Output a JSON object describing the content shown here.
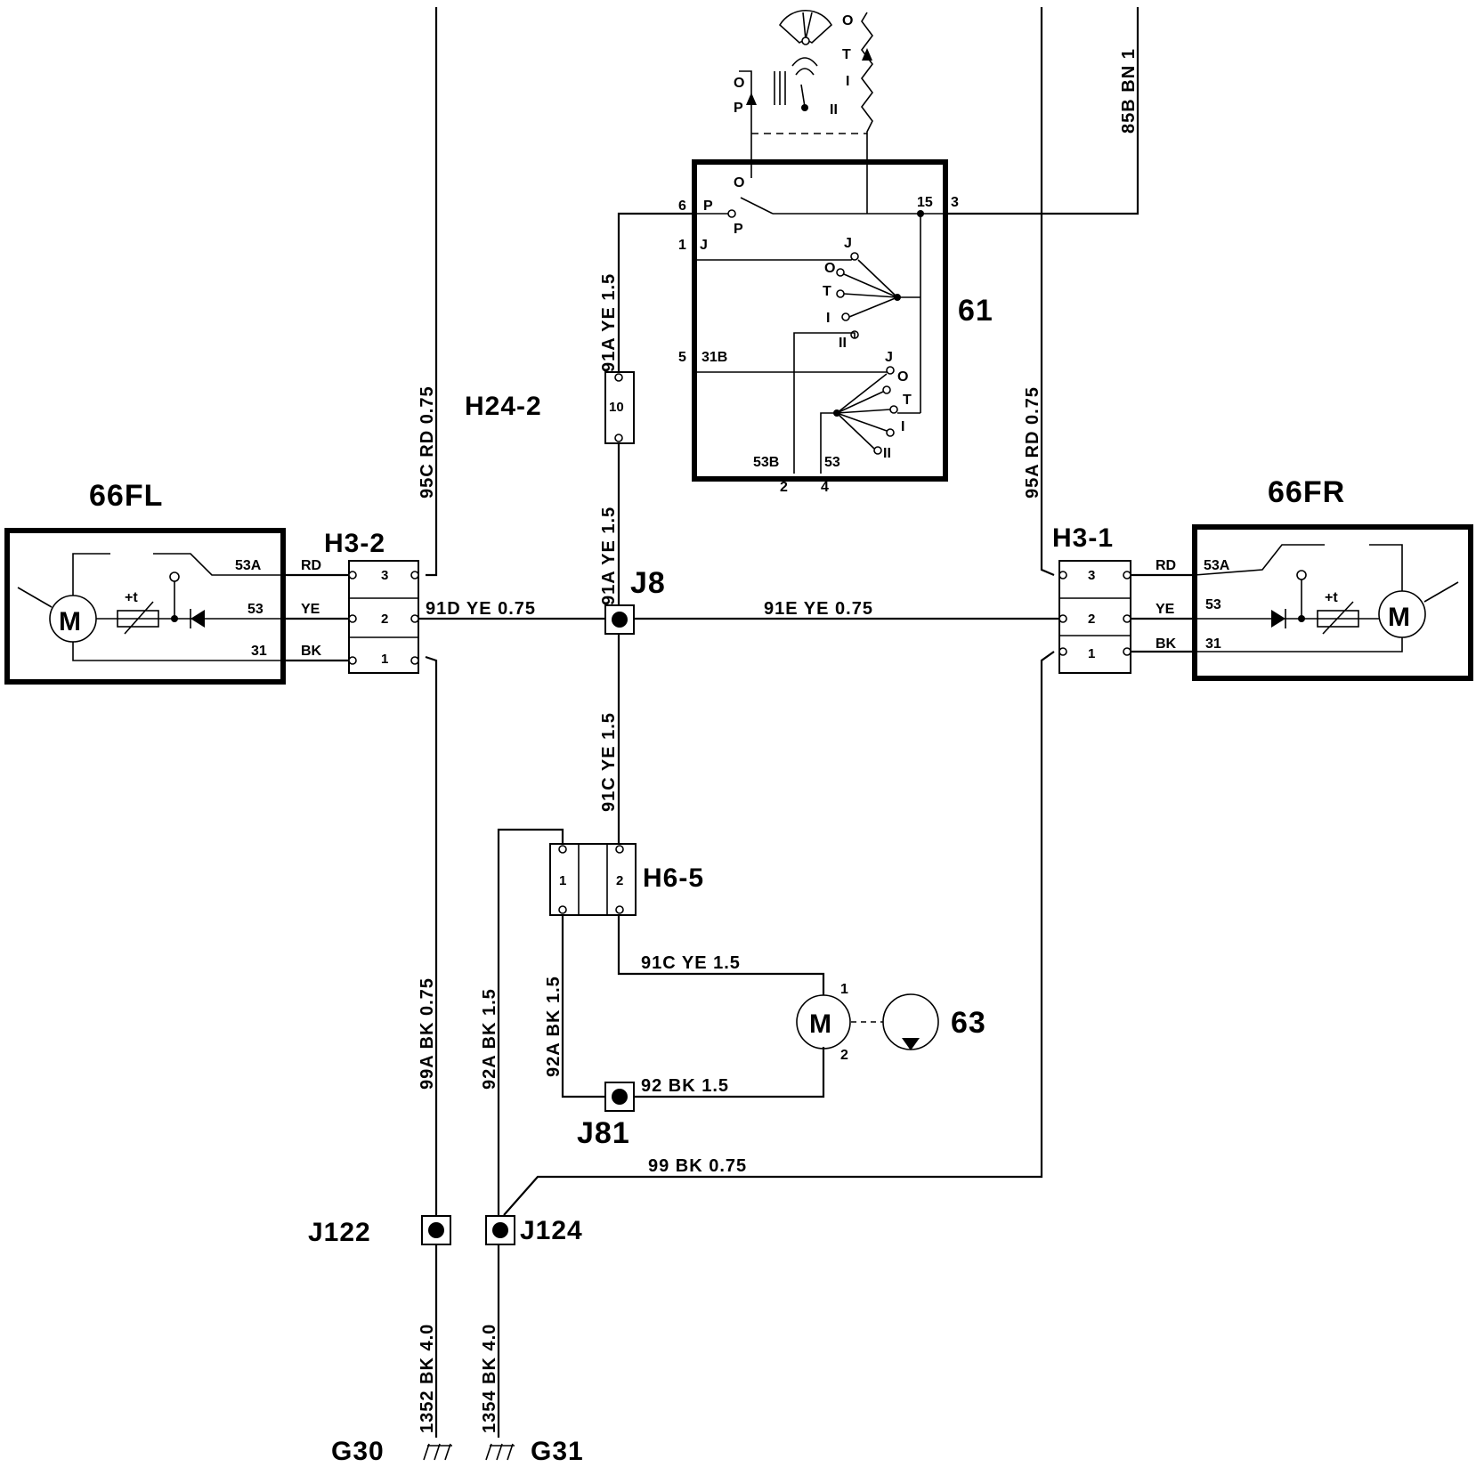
{
  "components": {
    "motor_fl": "66FL",
    "motor_fr": "66FR",
    "switch": "61",
    "pump": "63",
    "conn_h3_2": "H3-2",
    "conn_h3_1": "H3-1",
    "conn_h24_2": "H24-2",
    "conn_h6_5": "H6-5",
    "splice_j8": "J8",
    "splice_j81": "J81",
    "splice_j122": "J122",
    "splice_j124": "J124",
    "ground_g30": "G30",
    "ground_g31": "G31",
    "motor_symbol": "M"
  },
  "wires": {
    "w95C": "95C  RD 0.75",
    "w95A": "95A  RD 0.75",
    "w85B": "85B  BN 1",
    "w91A_top": "91A  YE 1.5",
    "w91A_mid": "91A  YE 1.5",
    "w91C_v": "91C  YE 1.5",
    "w91C_h": "91C  YE 1.5",
    "w91D": "91D  YE 0.75",
    "w91E": "91E  YE 0.75",
    "w99A": "99A  BK 0.75",
    "w92A_left": "92A  BK 1.5",
    "w92A_right": "92A  BK 1.5",
    "w92": "92  BK 1.5",
    "w99": "99  BK 0.75",
    "w1352": "1352  BK 4.0",
    "w1354": "1354  BK 4.0"
  },
  "pins": {
    "rd": "RD",
    "ye": "YE",
    "bk": "BK",
    "p53A": "53A",
    "p53": "53",
    "p31": "31",
    "n1": "1",
    "n2": "2",
    "n3": "3",
    "n10": "10",
    "sw6": "6",
    "swP": "P",
    "swP2": "P",
    "swO": "O",
    "sw15": "15",
    "sw3": "3",
    "sw1": "1",
    "swJ": "J",
    "sw5": "5",
    "sw31B": "31B",
    "sw53B": "53B",
    "sw53": "53",
    "sw2": "2",
    "sw4": "4",
    "posJ": "J",
    "posO": "O",
    "posT": "T",
    "posI": "I",
    "posII": "II",
    "posJ2": "J",
    "posO2": "O",
    "posT2": "T",
    "posI2": "I",
    "posII2": "II",
    "symO": "O",
    "symP": "P",
    "symT": "T",
    "symI": "I",
    "symII": "II",
    "therm": "+t",
    "m1": "1",
    "m2": "2"
  }
}
